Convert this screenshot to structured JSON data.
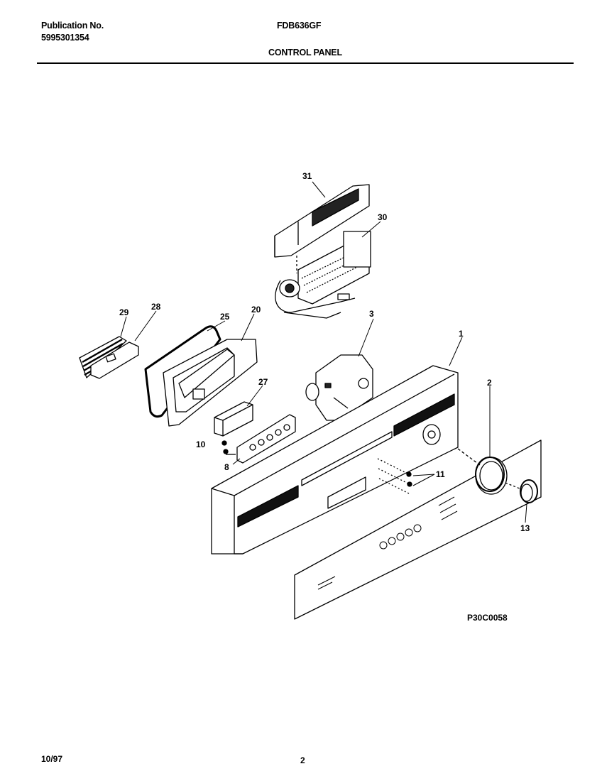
{
  "header": {
    "publication_label": "Publication No.",
    "publication_number": "5995301354",
    "model": "FDB636GF",
    "section_title": "CONTROL PANEL"
  },
  "diagram": {
    "part_callouts": {
      "p1": "1",
      "p2": "2",
      "p3": "3",
      "p8": "8",
      "p10": "10",
      "p11": "11",
      "p13": "13",
      "p20": "20",
      "p25": "25",
      "p27": "27",
      "p28": "28",
      "p29": "29",
      "p30": "30",
      "p31": "31"
    },
    "figure_code": "P30C0058"
  },
  "footer": {
    "date": "10/97",
    "page_number": "2"
  }
}
